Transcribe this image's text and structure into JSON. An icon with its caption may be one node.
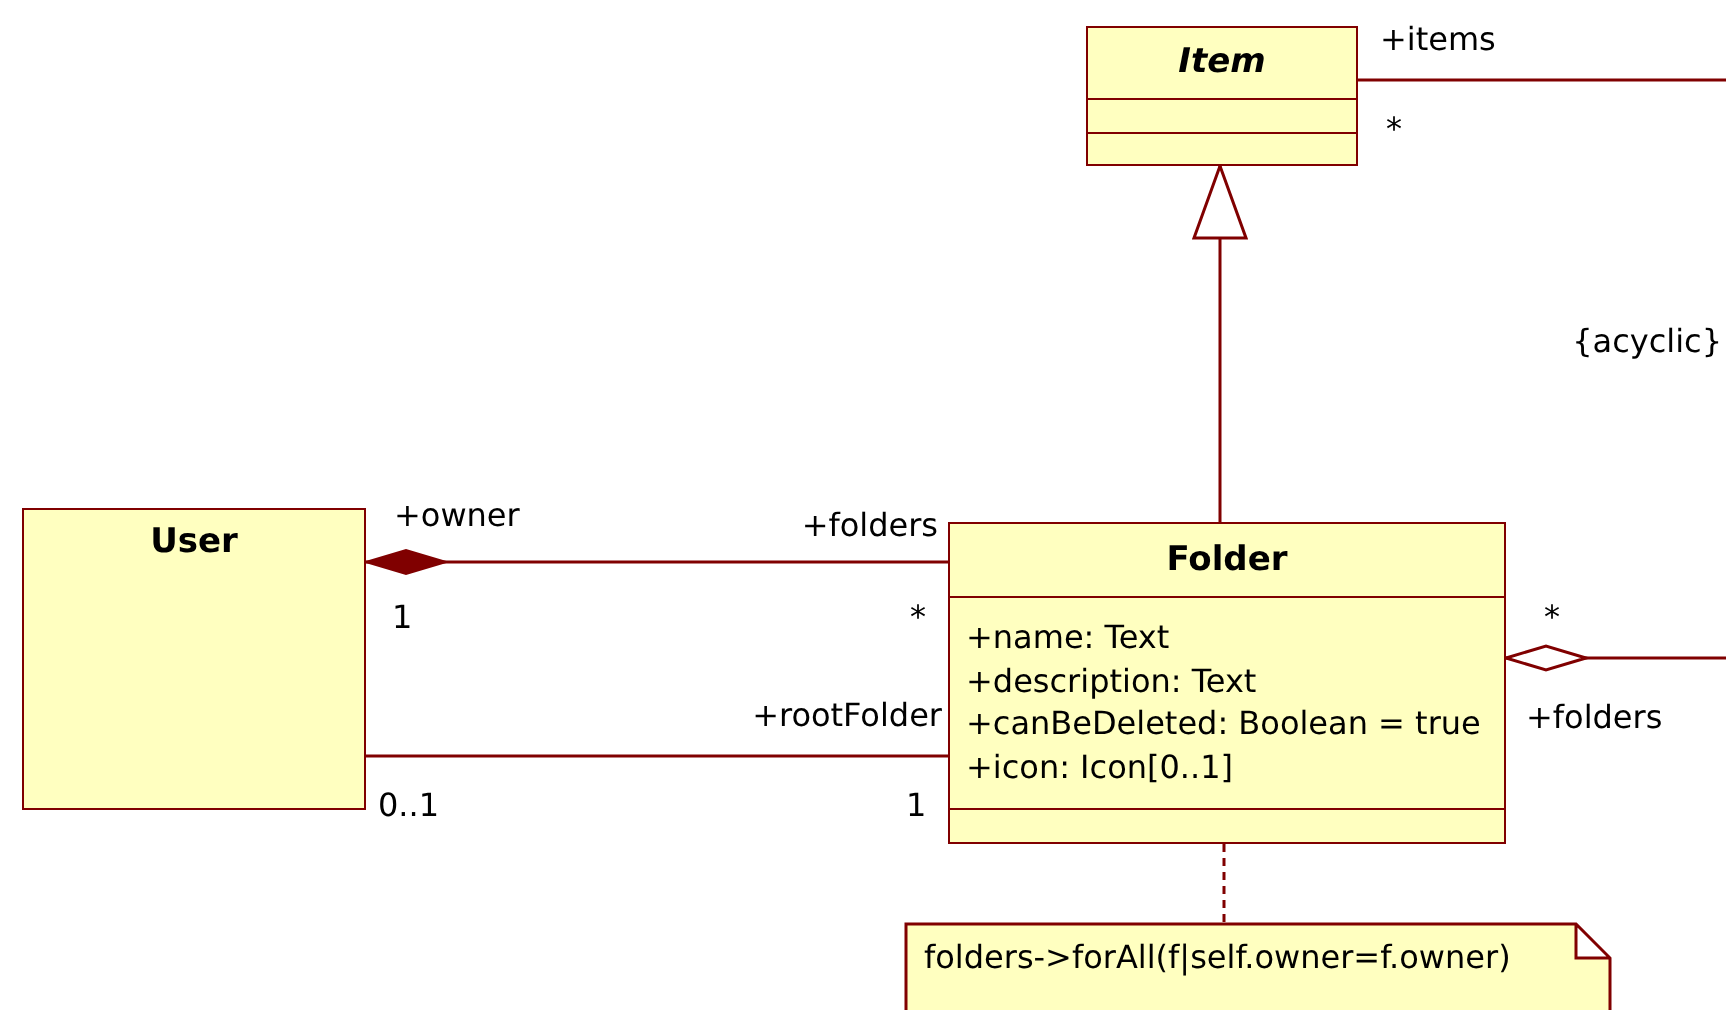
{
  "diagram": {
    "nodes": [
      {
        "text": [
          "Item"
        ]
      },
      {
        "text": [
          "User"
        ]
      },
      {
        "text": [
          "Folder",
          "+name: Text",
          "+description: Text",
          "+canBeDeleted: Boolean = true",
          "+icon: Icon[0..1]"
        ]
      },
      {
        "text": [
          "folders->forAll(f|self.owner=f.owner)"
        ]
      }
    ],
    "edges": [
      {
        "from": 0,
        "to": null,
        "arrow": "none"
      },
      {
        "from": 2,
        "to": 0,
        "arrow": "to"
      },
      {
        "from": 2,
        "to": 1,
        "arrow": "other"
      },
      {
        "from": 1,
        "to": 2,
        "arrow": "none"
      },
      {
        "from": null,
        "to": 2,
        "arrow": "other"
      },
      {
        "from": 2,
        "to": 3,
        "arrow": "none",
        "style": "dashed"
      }
    ],
    "labels": [
      "+items",
      "*",
      "{acyclic}",
      "+owner",
      "1",
      "+folders",
      "*",
      "+rootFolder",
      "0..1",
      "1",
      "*",
      "+folders"
    ]
  }
}
